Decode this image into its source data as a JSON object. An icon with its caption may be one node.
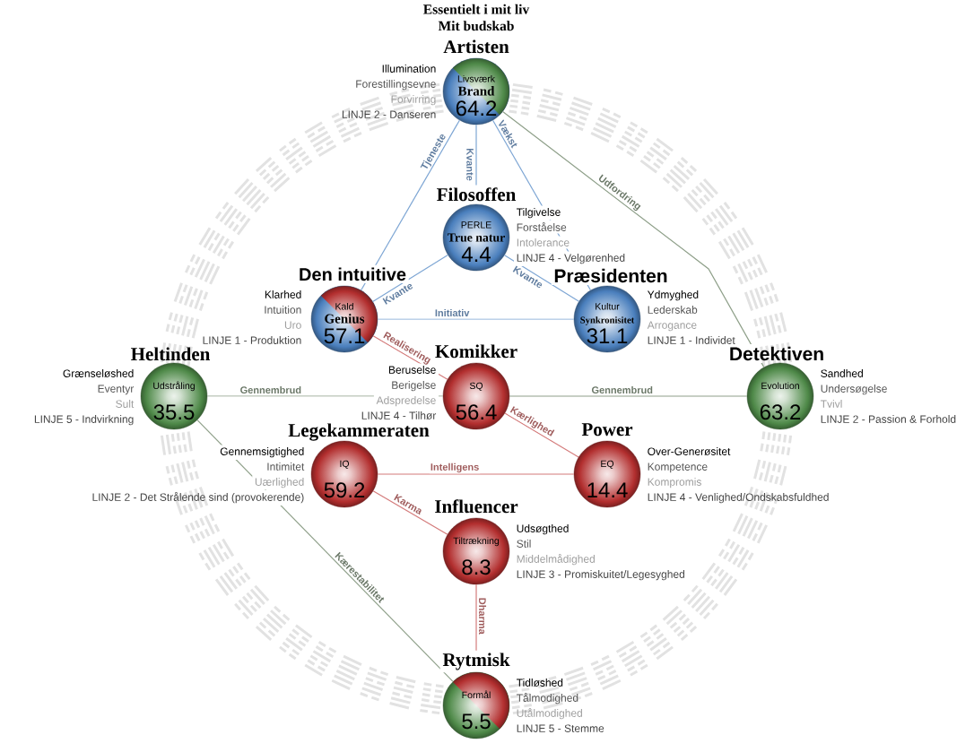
{
  "diagram": {
    "nodes": [
      {
        "text": [
          "Artisten",
          "Livsværk",
          "Brand",
          "64.2"
        ],
        "beside": [
          "Illumination",
          "Forestillingsevne",
          "Forvirring",
          "LINJE 2 - Danseren"
        ]
      },
      {
        "text": [
          "Filosoffen",
          "PERLE",
          "True natur",
          "4.4"
        ],
        "beside": [
          "Tilgivelse",
          "Forståelse",
          "Intolerance",
          "LINJE 4 - Velgørenhed"
        ]
      },
      {
        "text": [
          "Den intuitive",
          "Kald",
          "Genius",
          "57.1"
        ],
        "beside": [
          "Klarhed",
          "Intuition",
          "Uro",
          "LINJE 1 - Produktion"
        ]
      },
      {
        "text": [
          "Præsidenten",
          "Kultur",
          "Synkronisitet",
          "31.1"
        ],
        "beside": [
          "Ydmyghed",
          "Lederskab",
          "Arrogance",
          "LINJE 1 - Individet"
        ]
      },
      {
        "text": [
          "Heltinden",
          "Udstråling",
          "35.5"
        ],
        "beside": [
          "Grænseløshed",
          "Eventyr",
          "Sult",
          "LINJE 5 - Indvirkning"
        ]
      },
      {
        "text": [
          "Komikker",
          "SQ",
          "56.4"
        ],
        "beside": [
          "Beruselse",
          "Berigelse",
          "Adspredelse",
          "LINJE 4 - Tilhør"
        ]
      },
      {
        "text": [
          "Detektiven",
          "Evolution",
          "63.2"
        ],
        "beside": [
          "Sandhed",
          "Undersøgelse",
          "Tvivl",
          "LINJE 2 - Passion & Forhold"
        ]
      },
      {
        "text": [
          "Legekammeraten",
          "IQ",
          "59.2"
        ],
        "beside": [
          "Gennemsigtighed",
          "Intimitet",
          "Uærlighed",
          "LINJE 2 - Det Strålende sind (provokerende)"
        ]
      },
      {
        "text": [
          "Power",
          "EQ",
          "14.4"
        ],
        "beside": [
          "Over-Generøsitet",
          "Kompetence",
          "Kompromis",
          "LINJE 4 - Venlighed/Ondskabsfuldhed"
        ]
      },
      {
        "text": [
          "Influencer",
          "Tiltrækning",
          "8.3"
        ],
        "beside": [
          "Udsøgthed",
          "Stil",
          "Middelmådighed",
          "LINJE 3 - Promiskuitet/Legesyghed"
        ]
      },
      {
        "text": [
          "Rytmisk",
          "Formål",
          "5.5"
        ],
        "beside": [
          "Tidløshed",
          "Tålmodighed",
          "Utålmodighed",
          "LINJE 5 - Stemme"
        ]
      }
    ],
    "edges": [
      {
        "from": 0,
        "to": 2,
        "arrow": "none",
        "label": "Tjeneste"
      },
      {
        "from": 0,
        "to": 1,
        "arrow": "none",
        "label": "Kvante"
      },
      {
        "from": 0,
        "to": 3,
        "arrow": "none",
        "label": "Vækst"
      },
      {
        "from": 0,
        "to": 6,
        "arrow": "none",
        "label": "Udfordring",
        "color": "#8fa08a"
      },
      {
        "from": 1,
        "to": 2,
        "arrow": "none",
        "label": "Kvante"
      },
      {
        "from": 1,
        "to": 3,
        "arrow": "none",
        "label": "Kvante"
      },
      {
        "from": 2,
        "to": 3,
        "arrow": "none",
        "label": "Initiativ"
      },
      {
        "from": 2,
        "to": 5,
        "arrow": "none",
        "label": "Realisering",
        "color": "#d47b7b"
      },
      {
        "from": 4,
        "to": 5,
        "arrow": "none",
        "label": "Gennembrud",
        "color": "#8fa08a"
      },
      {
        "from": 5,
        "to": 6,
        "arrow": "none",
        "label": "Gennembrud",
        "color": "#8fa08a"
      },
      {
        "from": 5,
        "to": 8,
        "arrow": "none",
        "label": "Kærlighed",
        "color": "#d47b7b"
      },
      {
        "from": 7,
        "to": 8,
        "arrow": "none",
        "label": "Intelligens",
        "color": "#d47b7b"
      },
      {
        "from": 7,
        "to": 9,
        "arrow": "none",
        "label": "Karma",
        "color": "#d47b7b"
      },
      {
        "from": 9,
        "to": 10,
        "arrow": "none",
        "label": "Dharma",
        "color": "#d47b7b"
      },
      {
        "from": 4,
        "to": 10,
        "arrow": "none",
        "label": "Kærestabilitet",
        "color": "#8fa08a"
      }
    ],
    "labels": [
      "Essentielt i mit liv",
      "Mit budskab"
    ]
  }
}
